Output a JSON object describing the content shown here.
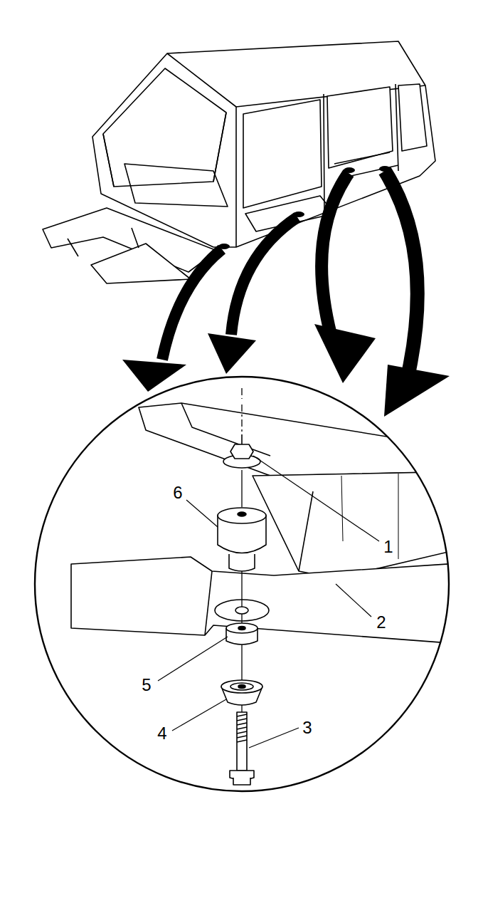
{
  "diagram": {
    "labels": [
      "6",
      "1",
      "2",
      "5",
      "4",
      "3"
    ]
  }
}
